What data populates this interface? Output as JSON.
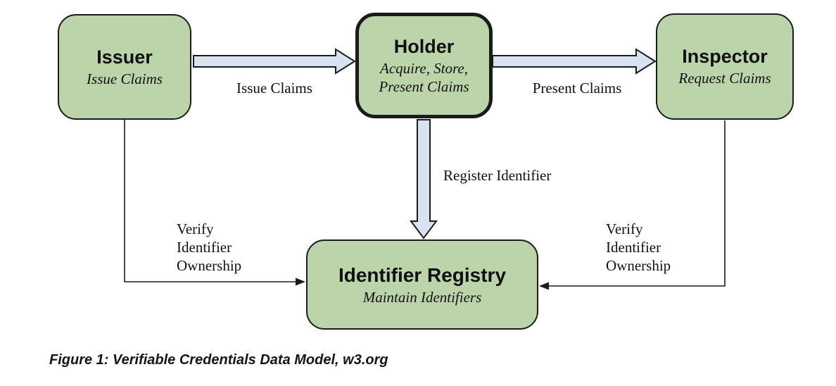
{
  "colors": {
    "node_fill": "#bcd4aa",
    "node_stroke": "#1b1b1b",
    "arrow_fill": "#d7e3f1",
    "background": "#ffffff"
  },
  "nodes": {
    "issuer": {
      "title": "Issuer",
      "subtitle": "Issue Claims"
    },
    "holder": {
      "title": "Holder",
      "subtitle": "Acquire, Store, Present Claims"
    },
    "inspector": {
      "title": "Inspector",
      "subtitle": "Request Claims"
    },
    "registry": {
      "title": "Identifier Registry",
      "subtitle": "Maintain Identifiers"
    }
  },
  "edges": {
    "issuer_to_holder": {
      "label": "Issue Claims"
    },
    "holder_to_inspector": {
      "label": "Present Claims"
    },
    "holder_to_registry": {
      "label": "Register Identifier"
    },
    "issuer_to_registry": {
      "label": "Verify Identifier Ownership"
    },
    "inspector_to_registry": {
      "label": "Verify Identifier Ownership"
    }
  },
  "caption": "Figure 1: Verifiable Credentials Data Model, w3.org"
}
